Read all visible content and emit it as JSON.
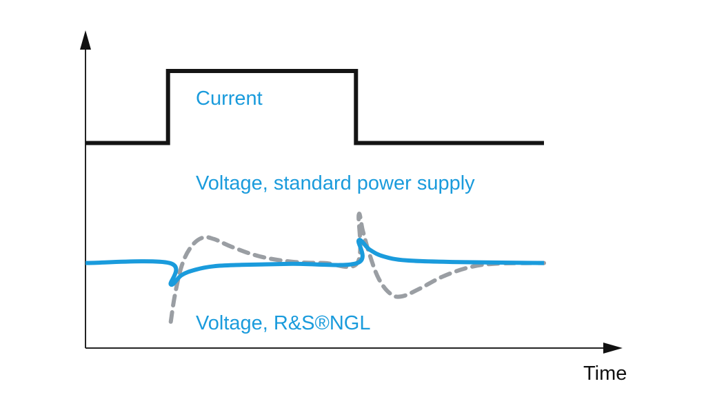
{
  "chart_data": {
    "type": "line",
    "title": "",
    "xlabel": "Time",
    "ylabel": "",
    "grid": false,
    "annotations": {
      "current": "Current",
      "standard": "Voltage, standard power supply",
      "ngl": "Voltage, R&S®NGL"
    },
    "colors": {
      "axis": "#222222",
      "current": "#141414",
      "ngl": "#1a9bdc",
      "standard": "#9a9ea3",
      "label": "#1a9bdc"
    },
    "x_range": [
      0,
      100
    ],
    "y_range": [
      0,
      100
    ],
    "series": [
      {
        "name": "Current",
        "style": "solid",
        "points": [
          [
            0,
            73
          ],
          [
            18,
            73
          ],
          [
            18,
            100
          ],
          [
            59,
            100
          ],
          [
            59,
            73
          ],
          [
            100,
            73
          ]
        ]
      },
      {
        "name": "Voltage, R&S®NGL",
        "style": "solid",
        "points": [
          [
            0,
            28
          ],
          [
            18.3,
            28
          ],
          [
            18.6,
            20
          ],
          [
            21,
            23.5
          ],
          [
            24,
            25.5
          ],
          [
            28,
            26.8
          ],
          [
            34,
            27.3
          ],
          [
            45,
            27.7
          ],
          [
            59.3,
            28
          ],
          [
            59.6,
            36.5
          ],
          [
            62,
            33
          ],
          [
            65,
            30.5
          ],
          [
            70,
            29
          ],
          [
            80,
            28.4
          ],
          [
            100,
            28
          ]
        ]
      },
      {
        "name": "Voltage, standard power supply",
        "style": "dashed",
        "points": [
          [
            18.6,
            6
          ],
          [
            19.5,
            16
          ],
          [
            21,
            27
          ],
          [
            23,
            34
          ],
          [
            25.5,
            37.5
          ],
          [
            28,
            37
          ],
          [
            32,
            34
          ],
          [
            38,
            30.5
          ],
          [
            45,
            28.5
          ],
          [
            52,
            28
          ],
          [
            59.3,
            28
          ],
          [
            59.6,
            46
          ],
          [
            60.5,
            40
          ],
          [
            62,
            31
          ],
          [
            64,
            22
          ],
          [
            66.5,
            16.5
          ],
          [
            69,
            15.5
          ],
          [
            73,
            18.5
          ],
          [
            78,
            23
          ],
          [
            84,
            26.5
          ],
          [
            90,
            27.8
          ],
          [
            100,
            28
          ]
        ]
      }
    ]
  }
}
